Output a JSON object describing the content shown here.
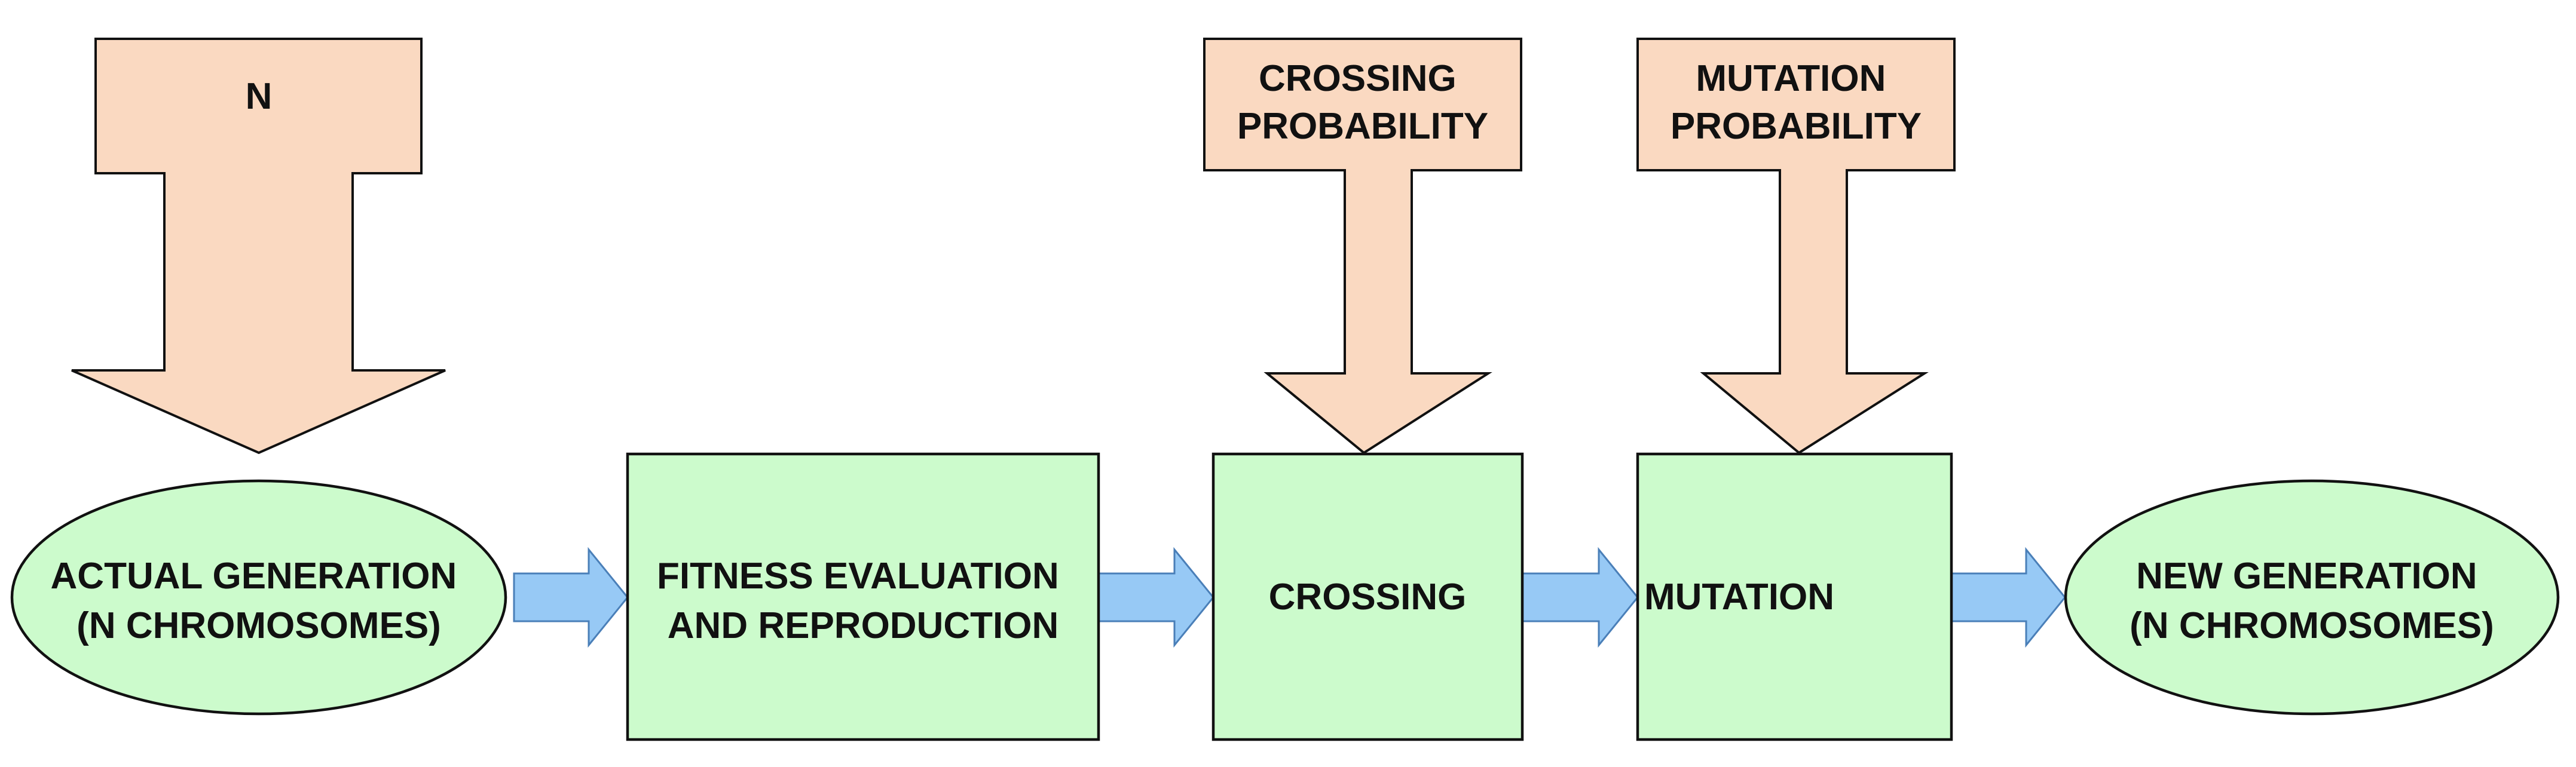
{
  "colors": {
    "input_fill": "#FAD9C1",
    "process_fill": "#CCFBCC",
    "flow_arrow_fill": "#97C9F5",
    "flow_arrow_stroke": "#4A7FB8",
    "outline": "#111111",
    "text": "#111111"
  },
  "inputs": {
    "n": {
      "lines": [
        "N"
      ]
    },
    "crossing_probability": {
      "lines": [
        "CROSSING",
        "PROBABILITY"
      ]
    },
    "mutation_probability": {
      "lines": [
        "MUTATION",
        "PROBABILITY"
      ]
    }
  },
  "nodes": {
    "actual_generation": {
      "shape": "ellipse",
      "lines": [
        "ACTUAL GENERATION",
        "(N CHROMOSOMES)"
      ]
    },
    "fitness_evaluation": {
      "shape": "rectangle",
      "lines": [
        "FITNESS EVALUATION",
        "AND REPRODUCTION"
      ]
    },
    "crossing": {
      "shape": "rectangle",
      "lines": [
        "CROSSING"
      ]
    },
    "mutation": {
      "shape": "rectangle",
      "lines": [
        "MUTATION"
      ]
    },
    "new_generation": {
      "shape": "ellipse",
      "lines": [
        "NEW GENERATION",
        "(N CHROMOSOMES)"
      ]
    }
  },
  "edges": [
    {
      "from": "n",
      "to": "actual_generation",
      "style": "block-arrow-down"
    },
    {
      "from": "crossing_probability",
      "to": "crossing",
      "style": "block-arrow-down"
    },
    {
      "from": "mutation_probability",
      "to": "mutation",
      "style": "block-arrow-down"
    },
    {
      "from": "actual_generation",
      "to": "fitness_evaluation",
      "style": "flow-arrow"
    },
    {
      "from": "fitness_evaluation",
      "to": "crossing",
      "style": "flow-arrow"
    },
    {
      "from": "crossing",
      "to": "mutation",
      "style": "flow-arrow"
    },
    {
      "from": "mutation",
      "to": "new_generation",
      "style": "flow-arrow"
    }
  ]
}
